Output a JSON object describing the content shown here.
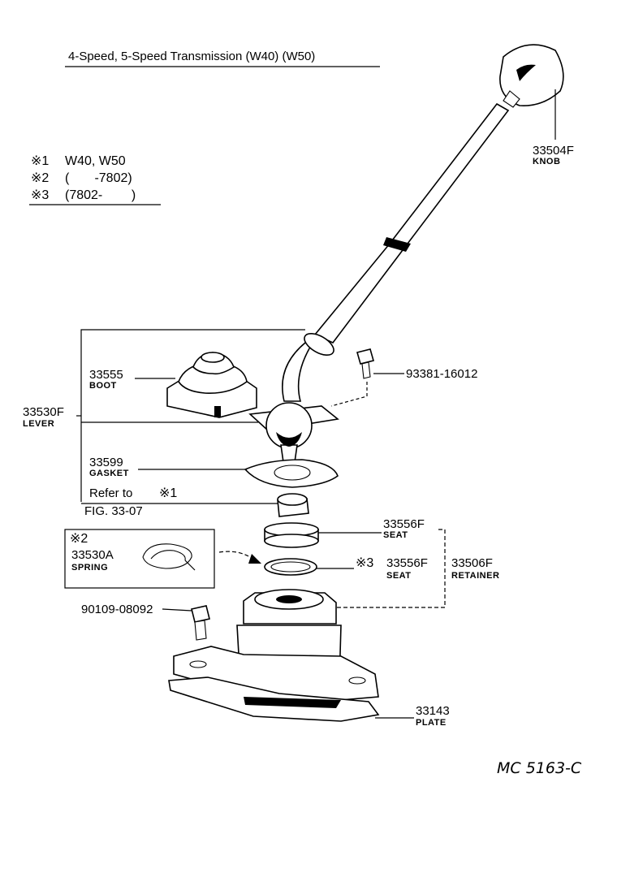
{
  "title": "4-Speed, 5-Speed Transmission (W40) (W50)",
  "notes": [
    {
      "mark": "※1",
      "text": "W40, W50"
    },
    {
      "mark": "※2",
      "text": "(       -7802)"
    },
    {
      "mark": "※3",
      "text": "(7802-        )"
    }
  ],
  "parts": {
    "knob": {
      "number": "33504F",
      "name": "KNOB"
    },
    "bolt_top": {
      "number": "93381-16012"
    },
    "boot": {
      "number": "33555",
      "name": "BOOT"
    },
    "lever": {
      "number": "33530F",
      "name": "LEVER"
    },
    "gasket": {
      "number": "33599",
      "name": "GASKET"
    },
    "refer": {
      "line1": "Refer to",
      "mark": "※1",
      "line2": "FIG. 33-07"
    },
    "seat1": {
      "number": "33556F",
      "name": "SEAT"
    },
    "spring": {
      "mark": "※2",
      "number": "33530A",
      "name": "SPRING"
    },
    "seat2": {
      "mark": "※3",
      "number": "33556F",
      "name": "SEAT"
    },
    "retainer": {
      "number": "33506F",
      "name": "RETAINER"
    },
    "bolt_bottom": {
      "number": "90109-08092"
    },
    "plate": {
      "number": "33143",
      "name": "PLATE"
    }
  },
  "drawing_code": "MC 5163-C"
}
